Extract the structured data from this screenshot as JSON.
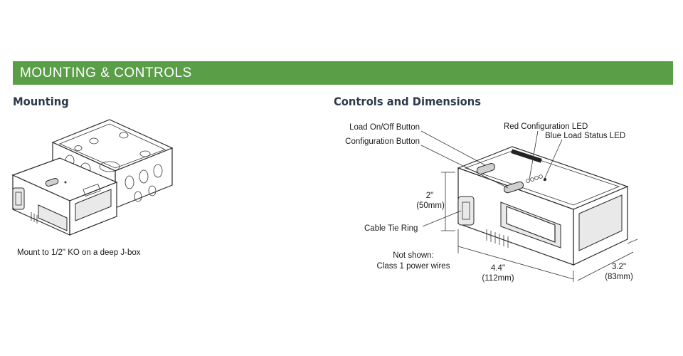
{
  "banner": {
    "title": "MOUNTING & CONTROLS",
    "color": "#5a9e48"
  },
  "mounting": {
    "heading": "Mounting",
    "caption": "Mount to 1/2\" KO on a deep J-box"
  },
  "controls": {
    "heading": "Controls and Dimensions",
    "labels": {
      "load_button": "Load On/Off Button",
      "config_button": "Configuration Button",
      "red_led": "Red Configuration LED",
      "blue_led": "Blue Load Status LED",
      "cable_tie": "Cable Tie Ring",
      "not_shown_1": "Not shown:",
      "not_shown_2": "Class 1 power wires"
    },
    "dimensions": {
      "height_in": "2\"",
      "height_mm": "(50mm)",
      "length_in": "4.4\"",
      "length_mm": "(112mm)",
      "width_in": "3.2\"",
      "width_mm": "(83mm)"
    }
  }
}
